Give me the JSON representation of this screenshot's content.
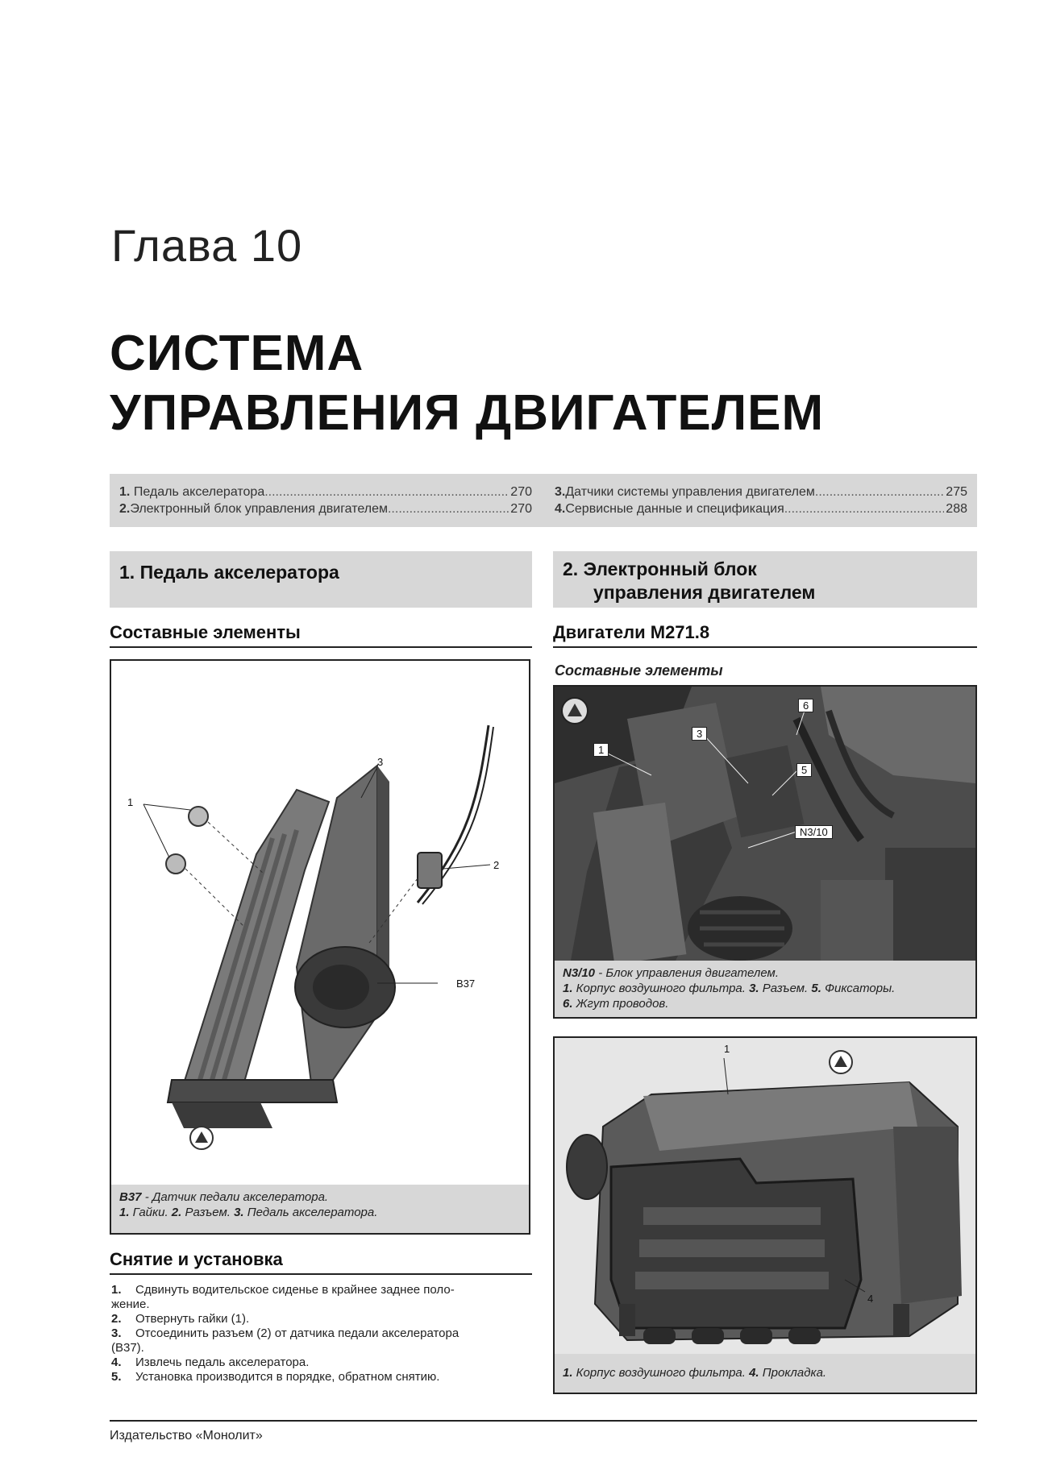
{
  "header": {
    "chapter": "Глава 10",
    "title_line1": "СИСТЕМА",
    "title_line2": "УПРАВЛЕНИЯ ДВИГАТЕЛЕМ"
  },
  "toc": {
    "left": [
      {
        "num": "1.",
        "text": "Педаль акселератора",
        "page": "270"
      },
      {
        "num": "2.",
        "text": "Электронный блок управления двигателем",
        "page": "270"
      }
    ],
    "right": [
      {
        "num": "3.",
        "text": "Датчики системы управления двигателем",
        "page": "275"
      },
      {
        "num": "4.",
        "text": "Сервисные данные и спецификация",
        "page": "288"
      }
    ],
    "dots": "..........................................................................................................."
  },
  "section1": {
    "num": "1.",
    "title": "Педаль акселератора",
    "subheading": "Составные элементы",
    "figure": {
      "callouts": [
        "1",
        "2",
        "3",
        "B37"
      ],
      "caption_line1_code": "B37",
      "caption_line1_text": " - Датчик педали акселератора.",
      "caption_line2": [
        {
          "n": "1.",
          "t": " Гайки. "
        },
        {
          "n": "2.",
          "t": " Разъем. "
        },
        {
          "n": "3.",
          "t": " Педаль акселератора."
        }
      ]
    },
    "removal_heading": "Снятие и установка",
    "steps": [
      {
        "num": "1.",
        "text": "Сдвинуть водительское сиденье в крайнее заднее поло-"
      },
      {
        "num": "",
        "text": "жение."
      },
      {
        "num": "2.",
        "text": "Отвернуть гайки (1)."
      },
      {
        "num": "3.",
        "text": "Отсоединить разъем (2) от датчика педали акселератора"
      },
      {
        "num": "",
        "text": "(B37)."
      },
      {
        "num": "4.",
        "text": "Извлечь педаль акселератора."
      },
      {
        "num": "5.",
        "text": "Установка производится в порядке, обратном снятию."
      }
    ]
  },
  "section2": {
    "num": "2.",
    "title_line1": "Электронный блок",
    "title_line2": "управления двигателем",
    "subheading": "Двигатели M271.8",
    "subsubheading": "Составные элементы",
    "photo1": {
      "callouts": [
        "1",
        "3",
        "5",
        "6",
        "N3/10"
      ],
      "caption_code": "N3/10",
      "caption_text": " - Блок управления двигателем.",
      "caption_line2": [
        {
          "n": "1.",
          "t": " Корпус воздушного фильтра. "
        },
        {
          "n": "3.",
          "t": " Разъем. "
        },
        {
          "n": "5.",
          "t": " Фиксаторы."
        }
      ],
      "caption_line3": [
        {
          "n": "6.",
          "t": " Жгут проводов."
        }
      ]
    },
    "photo2": {
      "callouts": [
        "1",
        "4"
      ],
      "caption": [
        {
          "n": "1.",
          "t": " Корпус воздушного фильтра. "
        },
        {
          "n": "4.",
          "t": " Прокладка."
        }
      ]
    }
  },
  "footer": {
    "publisher": "Издательство «Монолит»"
  }
}
